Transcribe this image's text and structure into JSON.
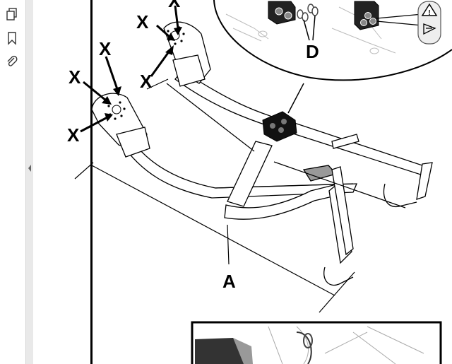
{
  "sidebar": {
    "tools": [
      {
        "icon": "pages-icon"
      },
      {
        "icon": "bookmark-icon"
      },
      {
        "icon": "attachment-icon"
      }
    ]
  },
  "splitter": {
    "icon": "collapse-arrow-icon"
  },
  "diagram": {
    "callouts": {
      "x1": "X",
      "x2": "X",
      "x3": "X",
      "x4": "X",
      "x5": "X",
      "x6": "X",
      "a": "A",
      "d": "D"
    }
  }
}
